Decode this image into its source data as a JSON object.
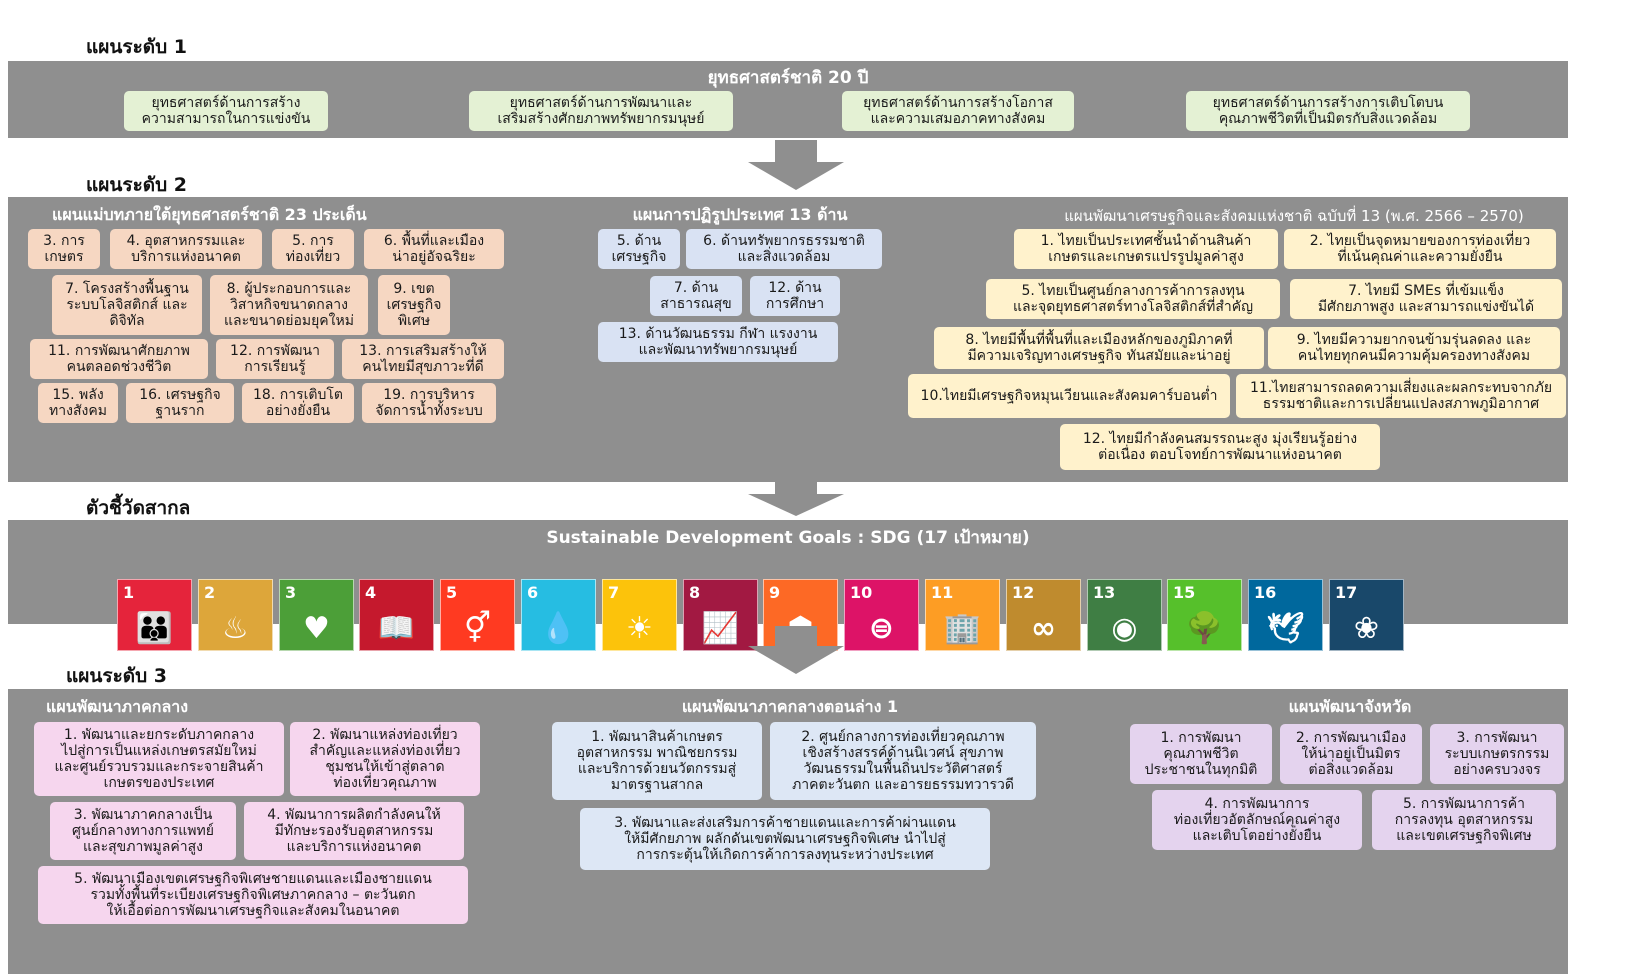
{
  "level1": {
    "label": "แผนระดับ 1",
    "title": "ยุทธศาสตร์ชาติ 20 ปี",
    "boxes": [
      "ยุทธศาสตร์ด้านการสร้าง\nความสามารถในการแข่งขัน",
      "ยุทธศาสตร์ด้านการพัฒนาและ\nเสริมสร้างศักยภาพทรัพยากรมนุษย์",
      "ยุทธศาสตร์ด้านการสร้างโอกาส\nและความเสมอภาคทางสังคม",
      "ยุทธศาสตร์ด้านการสร้างการเติบโตบน\nคุณภาพชีวิตที่เป็นมิตรกับสิ่งแวดล้อม"
    ]
  },
  "level2": {
    "label": "แผนระดับ 2",
    "master_plan": {
      "title": "แผนแม่บทภายใต้ยุทธศาสตร์ชาติ 23 ประเด็น",
      "items": [
        "3. การ\nเกษตร",
        "4. อุตสาหกรรมและ\nบริการแห่งอนาคต",
        "5. การ\nท่องเที่ยว",
        "6. พื้นที่และเมือง\nน่าอยู่อัจฉริยะ",
        "7. โครงสร้างพื้นฐาน\nระบบโลจิสติกส์ และ\nดิจิทัล",
        "8. ผู้ประกอบการและ\nวิสาหกิจขนาดกลาง\nและขนาดย่อมยุคใหม่",
        "9. เขต\nเศรษฐกิจ\nพิเศษ",
        "11. การพัฒนาศักยภาพ\nคนตลอดช่วงชีวิต",
        "12. การพัฒนา\nการเรียนรู้",
        "13. การเสริมสร้างให้\nคนไทยมีสุขภาวะที่ดี",
        "15. พลัง\nทางสังคม",
        "16. เศรษฐกิจ\nฐานราก",
        "18. การเติบโต\nอย่างยั่งยืน",
        "19. การบริหาร\nจัดการน้ำทั้งระบบ"
      ]
    },
    "reform_plan": {
      "title": "แผนการปฏิรูปประเทศ 13 ด้าน",
      "items": [
        "5. ด้าน\nเศรษฐกิจ",
        "6. ด้านทรัพยากรธรรมชาติ\nและสิ่งแวดล้อม",
        "7. ด้าน\nสาธารณสุข",
        "12. ด้าน\nการศึกษา",
        "13. ด้านวัฒนธรรม กีฬา แรงงาน\nและพัฒนาทรัพยากรมนุษย์"
      ]
    },
    "nesdp": {
      "title": "แผนพัฒนาเศรษฐกิจและสังคมแห่งชาติ ฉบับที่ 13 (พ.ศ. 2566 – 2570)",
      "items": [
        "1. ไทยเป็นประเทศชั้นนำด้านสินค้า\nเกษตรและเกษตรแปรรูปมูลค่าสูง",
        "2. ไทยเป็นจุดหมายของการท่องเที่ยว\nที่เน้นคุณค่าและความยั่งยืน",
        "5. ไทยเป็นศูนย์กลางการค้าการลงทุน\nและจุดยุทธศาสตร์ทางโลจิสติกส์ที่สำคัญ",
        "7. ไทยมี SMEs ที่เข้มแข็ง\nมีศักยภาพสูง และสามารถแข่งขันได้",
        "8. ไทยมีพื้นที่พื้นที่และเมืองหลักของภูมิภาคที่\nมีความเจริญทางเศรษฐกิจ ทันสมัยและน่าอยู่",
        "9. ไทยมีความยากจนข้ามรุ่นลดลง และ\nคนไทยทุกคนมีความคุ้มครองทางสังคม",
        "10.ไทยมีเศรษฐกิจหมุนเวียนและสังคมคาร์บอนต่ำ",
        "11.ไทยสามารถลดความเสี่ยงและผลกระทบจากภัย\nธรรมชาติและการเปลี่ยนแปลงสภาพภูมิอากาศ",
        "12. ไทยมีกำลังคนสมรรถนะสูง มุ่งเรียนรู้อย่าง\nต่อเนื่อง ตอบโจทย์การพัฒนาแห่งอนาคต"
      ]
    }
  },
  "indicators": {
    "label": "ตัวชี้วัดสากล",
    "title": "Sustainable Development Goals : SDG (17 เป้าหมาย)",
    "goals": [
      {
        "num": "1",
        "color": "#e5243b",
        "icon": "people-icon",
        "glyph": "👪"
      },
      {
        "num": "2",
        "color": "#dda63a",
        "icon": "bowl-icon",
        "glyph": "♨"
      },
      {
        "num": "3",
        "color": "#4c9f38",
        "icon": "heartbeat-icon",
        "glyph": "♥"
      },
      {
        "num": "4",
        "color": "#c5192d",
        "icon": "book-icon",
        "glyph": "📖"
      },
      {
        "num": "5",
        "color": "#ff3a21",
        "icon": "gender-icon",
        "glyph": "⚥"
      },
      {
        "num": "6",
        "color": "#26bde2",
        "icon": "water-drop-icon",
        "glyph": "💧"
      },
      {
        "num": "7",
        "color": "#fcc30b",
        "icon": "sun-icon",
        "glyph": "☀"
      },
      {
        "num": "8",
        "color": "#a21942",
        "icon": "growth-chart-icon",
        "glyph": "📈"
      },
      {
        "num": "9",
        "color": "#fd6925",
        "icon": "cubes-icon",
        "glyph": "⬢"
      },
      {
        "num": "10",
        "color": "#dd1367",
        "icon": "equal-icon",
        "glyph": "⊜"
      },
      {
        "num": "11",
        "color": "#fd9d24",
        "icon": "city-icon",
        "glyph": "🏢"
      },
      {
        "num": "12",
        "color": "#bf8b2e",
        "icon": "infinity-icon",
        "glyph": "∞"
      },
      {
        "num": "13",
        "color": "#3f7e44",
        "icon": "eye-globe-icon",
        "glyph": "◉"
      },
      {
        "num": "15",
        "color": "#56c02b",
        "icon": "tree-icon",
        "glyph": "🌳"
      },
      {
        "num": "16",
        "color": "#00689d",
        "icon": "dove-icon",
        "glyph": "🕊"
      },
      {
        "num": "17",
        "color": "#19486a",
        "icon": "rings-icon",
        "glyph": "❀"
      }
    ]
  },
  "level3": {
    "label": "แผนระดับ 3",
    "central": {
      "title": "แผนพัฒนาภาคกลาง",
      "items": [
        "1. พัฒนาและยกระดับภาคกลาง\nไปสู่การเป็นแหล่งเกษตรสมัยใหม่\nและศูนย์รวบรวมและกระจายสินค้า\nเกษตรของประเทศ",
        "2. พัฒนาแหล่งท่องเที่ยว\nสำคัญและแหล่งท่องเที่ยว\nชุมชนให้เข้าสู่ตลาด\nท่องเที่ยวคุณภาพ",
        "3. พัฒนาภาคกลางเป็น\nศูนย์กลางทางการแพทย์\nและสุขภาพมูลค่าสูง",
        "4. พัฒนาการผลิตกำลังคนให้\nมีทักษะรองรับอุตสาหกรรม\nและบริการแห่งอนาคต",
        "5. พัฒนาเมืองเขตเศรษฐกิจพิเศษชายแดนและเมืองชายแดน\nรวมทั้งพื้นที่ระเบียงเศรษฐกิจพิเศษภาคกลาง – ตะวันตก\nให้เอื้อต่อการพัฒนาเศรษฐกิจและสังคมในอนาคต"
      ]
    },
    "lower_central": {
      "title": "แผนพัฒนาภาคกลางตอนล่าง 1",
      "items": [
        "1. พัฒนาสินค้าเกษตร\nอุตสาหกรรม พาณิชยกรรม\nและบริการด้วยนวัตกรรมสู่\nมาตรฐานสากล",
        "2. ศูนย์กลางการท่องเที่ยวคุณภาพ\nเชิงสร้างสรรค์ด้านนิเวศน์ สุขภาพ\nวัฒนธรรมในพื้นถิ่นประวัติศาสตร์\nภาคตะวันตก และอารยธรรมทวารวดี",
        "3. พัฒนาและส่งเสริมการค้าชายแดนและการค้าผ่านแดน\nให้มีศักยภาพ ผลักดันเขตพัฒนาเศรษฐกิจพิเศษ นำไปสู่\nการกระตุ้นให้เกิดการค้าการลงทุนระหว่างประเทศ"
      ]
    },
    "province": {
      "title": "แผนพัฒนาจังหวัด",
      "items": [
        "1. การพัฒนา\nคุณภาพชีวิต\nประชาชนในทุกมิติ",
        "2. การพัฒนาเมือง\nให้น่าอยู่เป็นมิตร\nต่อสิ่งแวดล้อม",
        "3. การพัฒนา\nระบบเกษตรกรรม\nอย่างครบวงจร",
        "4. การพัฒนาการ\nท่องเที่ยวอัตลักษณ์คุณค่าสูง\nและเติบโตอย่างยั่งยืน",
        "5. การพัฒนาการค้า\nการลงทุน อุตสาหกรรม\nและเขตเศรษฐกิจพิเศษ"
      ]
    }
  }
}
